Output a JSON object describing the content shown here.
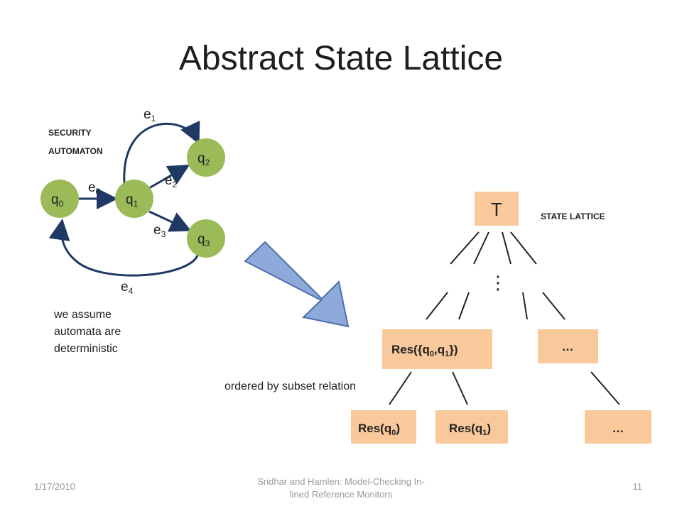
{
  "title": "Abstract State Lattice",
  "automaton": {
    "heading_line1": "SECURITY",
    "heading_line2": "AUTOMATON",
    "nodes": [
      "q0",
      "q1",
      "q2",
      "q3"
    ],
    "edges": [
      "e0",
      "e1",
      "e2",
      "e3",
      "e4"
    ],
    "note_lines": [
      "we assume",
      "automata are",
      "deterministic"
    ],
    "node_color": "#9bbb59",
    "edge_color": "#1f3864"
  },
  "lattice": {
    "heading": "STATE LATTICE",
    "top_label": "T",
    "ellipsis": "⋮",
    "mid_box": "Res({q0,q1})",
    "mid_right_box": "…",
    "leaf_left": "Res(q0)",
    "leaf_mid": "Res(q1)",
    "leaf_right": "…",
    "ordering_note": "ordered by subset relation",
    "box_color": "#f9c89b",
    "arrow_color": "#8eaadb"
  },
  "footer": {
    "date": "1/17/2010",
    "center_line1": "Sridhar and Hamlen: Model-Checking In-",
    "center_line2": "lined Reference Monitors",
    "page": "11"
  }
}
